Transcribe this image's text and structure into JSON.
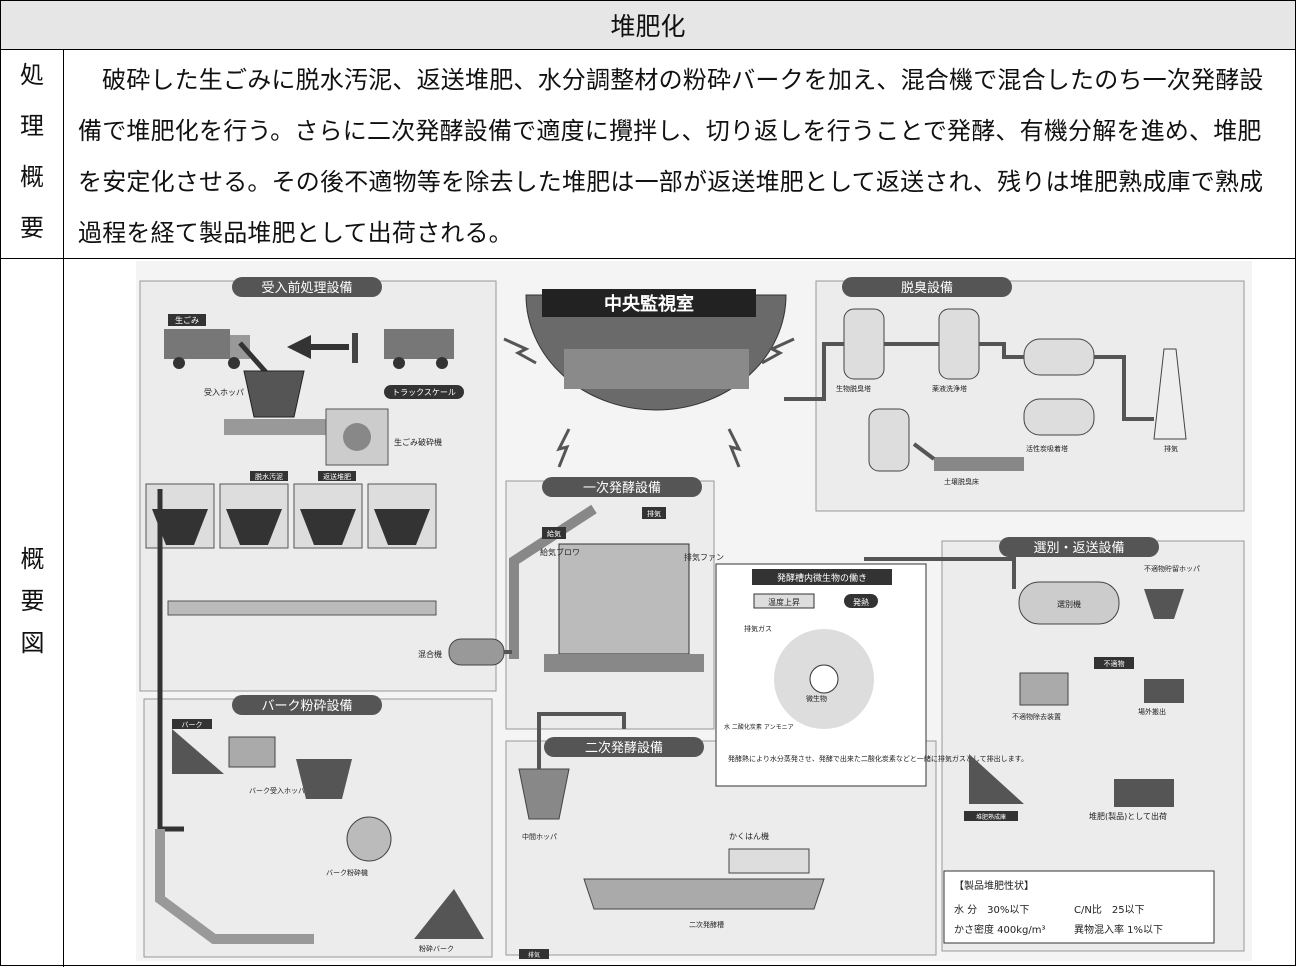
{
  "title": "堆肥化",
  "row1": {
    "label_chars": [
      "処",
      "理",
      "概",
      "要"
    ],
    "text": "破砕した生ごみに脱水汚泥、返送堆肥、水分調整材の粉砕バークを加え、混合機で混合したのち一次発酵設備で堆肥化を行う。さらに二次発酵設備で適度に攪拌し、切り返しを行うことで発酵、有機分解を進め、堆肥を安定化させる。その後不適物等を除去した堆肥は一部が返送堆肥として返送され、残りは堆肥熟成庫で熟成過程を経て製品堆肥として出荷される。"
  },
  "row2": {
    "label_chars": [
      "概",
      "要",
      "図"
    ]
  },
  "diagram": {
    "sections": {
      "pretreat": "受入前処理設備",
      "control": "中央監視室",
      "deodor": "脱臭設備",
      "primary": "一次発酵設備",
      "sorting": "選別・返送設備",
      "bark": "バーク粉砕設備",
      "secondary": "二次発酵設備",
      "microbe": "発酵槽内微生物の働き"
    },
    "labels": {
      "garbage": "生ごみ",
      "receiving_hopper": "受入ホッパ",
      "truck_scale": "トラックスケール",
      "garbage_crusher": "生ごみ破砕機",
      "sludge": "脱水汚泥",
      "return_compost": "返送堆肥",
      "mixer": "混合機",
      "air": "給気",
      "blower": "給気ブロワ",
      "exhaust": "排気",
      "exhaust_fan": "排気ファン",
      "temp_rise": "温度上昇",
      "heat": "発熱",
      "exhaust_gas": "排気ガス",
      "water_ammonia": "水 二酸化炭素 アンモニア",
      "microbes": "微生物",
      "microbe_note": "発酵熱により水分蒸発させ、発酵で出来た二酸化炭素などと一緒に排気ガスとして排出します。",
      "bark": "バーク",
      "bark_hopper": "バーク受入ホッパ",
      "bark_crusher": "バーク粉砕機",
      "crushed_bark": "粉砕バーク",
      "mid_hopper": "中間ホッパ",
      "stirrer": "かくはん機",
      "secondary_tank": "二次発酵槽",
      "bio_deodor": "生物脱臭塔",
      "chem_wash": "薬液洗浄塔",
      "activated_carbon": "活性炭吸着塔",
      "stack": "排気",
      "soil_deodor": "土壌脱臭床",
      "sorter": "選別機",
      "unsuitable_hopper": "不適物貯留ホッパ",
      "unsuitable": "不適物",
      "unsuitable_remover": "不適物除去装置",
      "off_site": "場外搬出",
      "maturing": "堆肥熟成庫",
      "shipping": "堆肥(製品)として出荷",
      "product_title": "【製品堆肥性状】",
      "moisture": "水 分　30%以下",
      "cn": "C/N比　25以下",
      "density": "かさ密度 400kg/m³",
      "impurity": "異物混入率 1%以下"
    }
  }
}
